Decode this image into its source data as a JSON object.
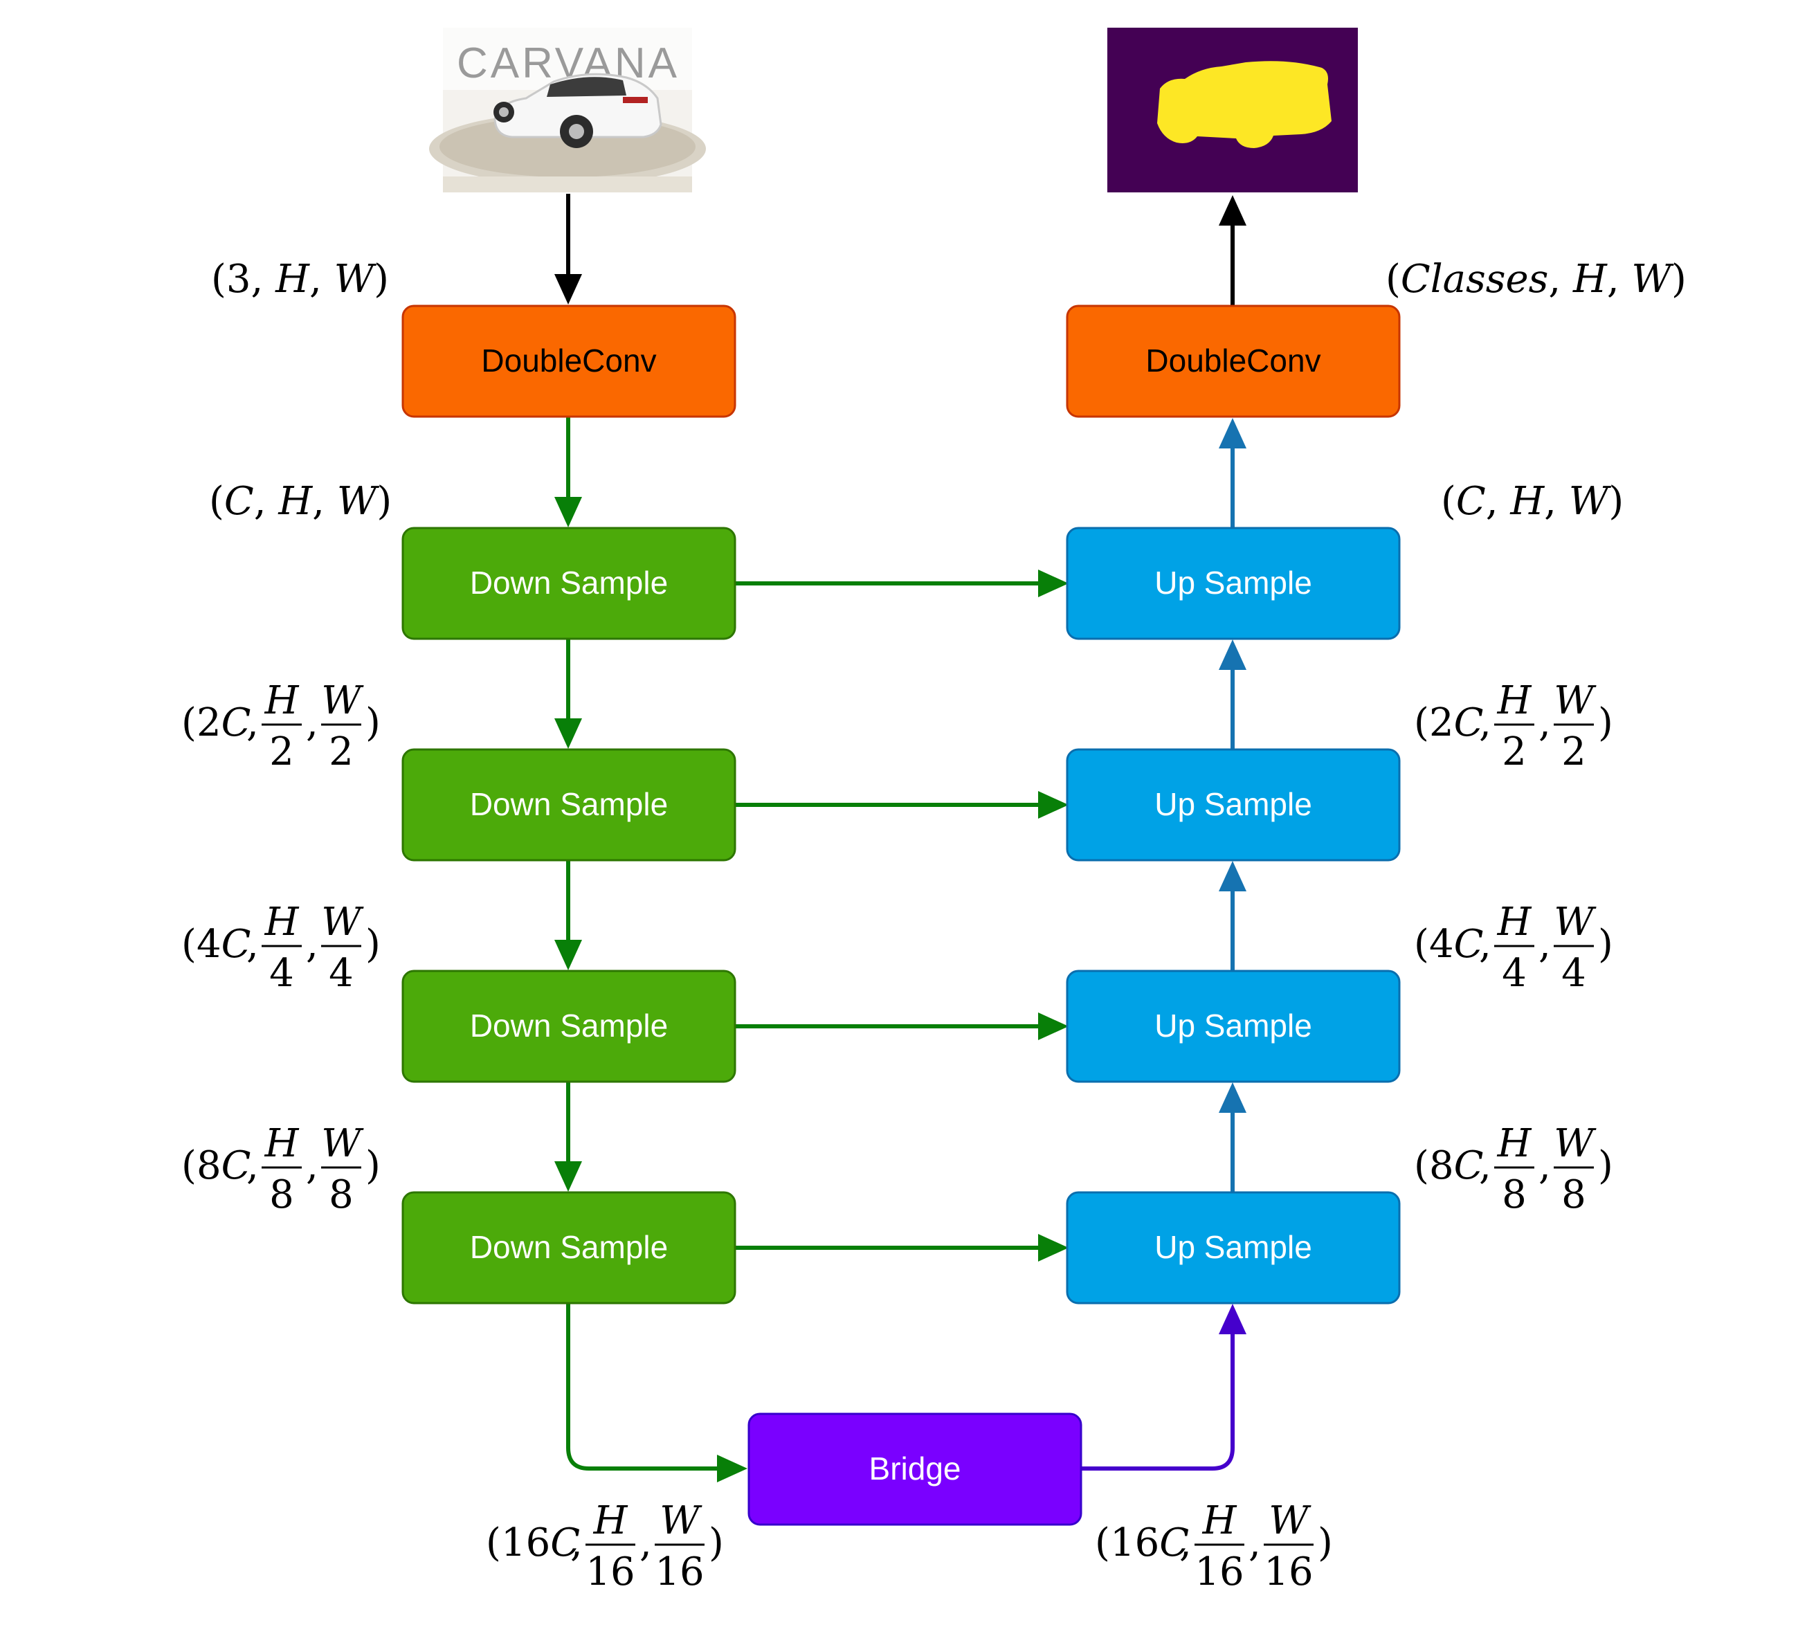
{
  "input_image": {
    "logo_text": "CARVANA"
  },
  "encoder": {
    "double_conv_label": "DoubleConv",
    "down_sample_labels": [
      "Down Sample",
      "Down Sample",
      "Down Sample",
      "Down Sample"
    ]
  },
  "decoder": {
    "double_conv_label": "DoubleConv",
    "up_sample_labels": [
      "Up Sample",
      "Up Sample",
      "Up Sample",
      "Up Sample"
    ]
  },
  "bridge": {
    "label": "Bridge"
  },
  "shape_labels": {
    "input": [
      "3",
      "H",
      "W"
    ],
    "output": [
      "Classes",
      "H",
      "W"
    ],
    "level0": [
      "C",
      "H",
      "W"
    ],
    "level1": {
      "channels": "2C",
      "h_num": "H",
      "h_den": "2",
      "w_num": "W",
      "w_den": "2"
    },
    "level2": {
      "channels": "4C",
      "h_num": "H",
      "h_den": "4",
      "w_num": "W",
      "w_den": "4"
    },
    "level3": {
      "channels": "8C",
      "h_num": "H",
      "h_den": "8",
      "w_num": "W",
      "w_den": "8"
    },
    "bridge": {
      "channels": "16C",
      "h_num": "H",
      "h_den": "16",
      "w_num": "W",
      "w_den": "16"
    }
  },
  "colors": {
    "double_conv_fill": "#FA6800",
    "double_conv_stroke": "#C73500",
    "down_fill": "#4CAA0A",
    "down_stroke": "#2D7600",
    "up_fill": "#00A2E6",
    "up_stroke": "#0A6EAE",
    "bridge_fill": "#7A00FF",
    "bridge_stroke": "#3700CC",
    "arrow_green": "#087F08",
    "arrow_blue": "#1673B1",
    "arrow_purple": "#4500CC",
    "arrow_black": "#000000",
    "mask_background": "#440154",
    "mask_foreground": "#FDE725"
  }
}
